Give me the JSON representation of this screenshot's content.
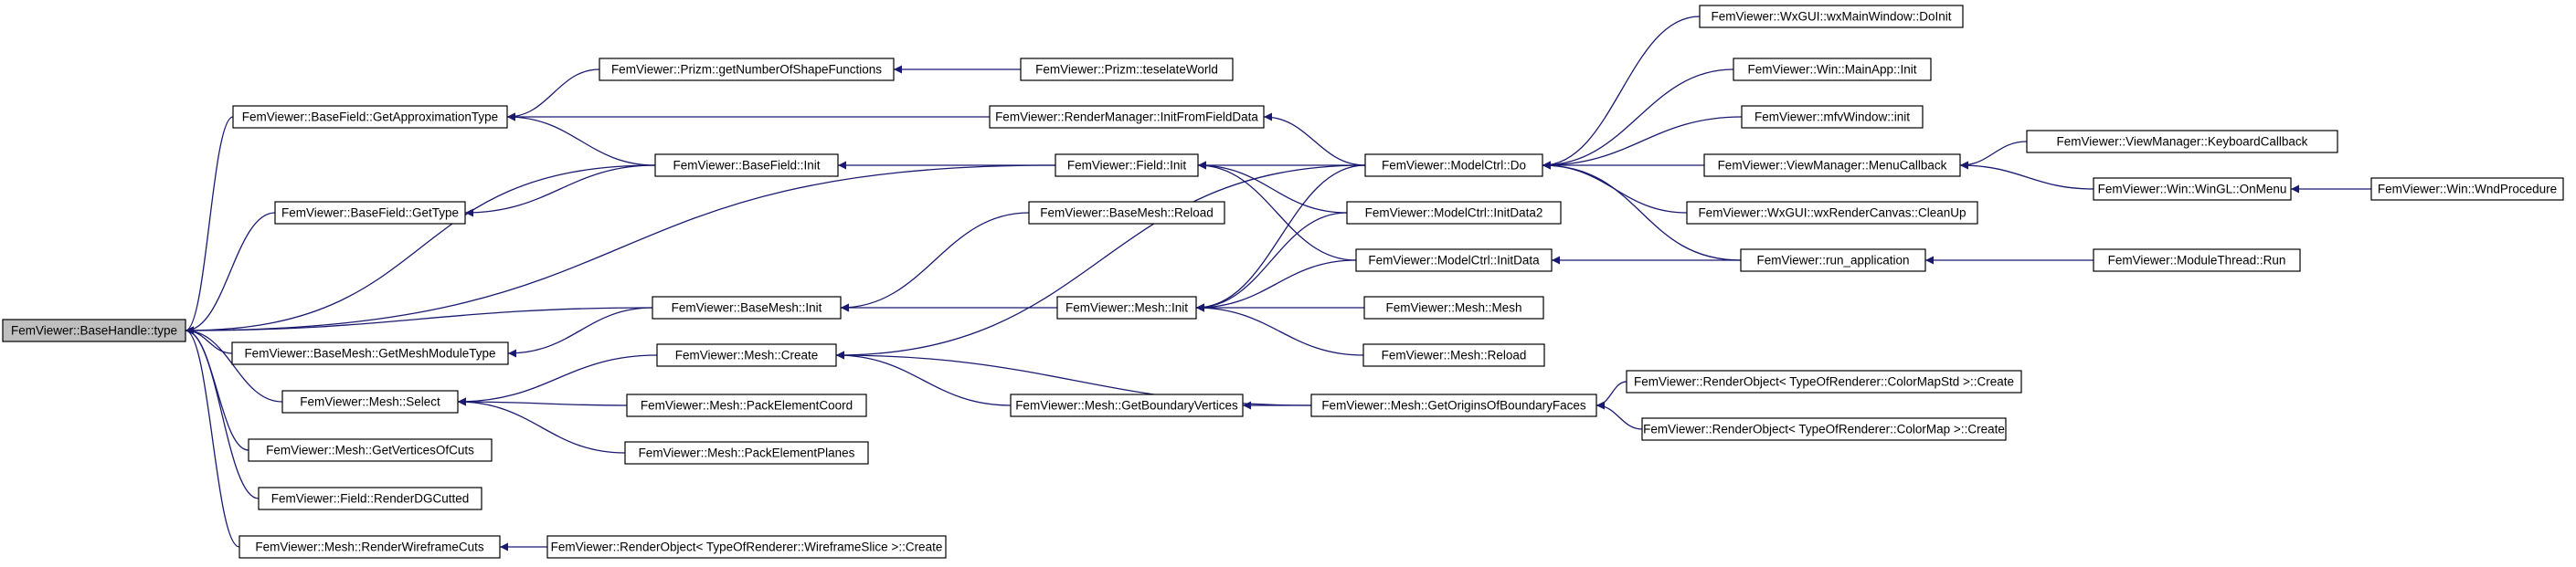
{
  "diagram": {
    "type": "call-graph",
    "colors": {
      "edge": "#191970",
      "node_border": "#000000",
      "node_fill": "#ffffff",
      "root_fill": "#bfbfbf"
    },
    "nodes": [
      {
        "id": "basehandle_type",
        "label": "FemViewer::BaseHandle::type",
        "root": true
      },
      {
        "id": "basefield_getapprox",
        "label": "FemViewer::BaseField::GetApproximationType"
      },
      {
        "id": "basefield_gettype",
        "label": "FemViewer::BaseField::GetType"
      },
      {
        "id": "basemesh_getmeshmoduletype",
        "label": "FemViewer::BaseMesh::GetMeshModuleType"
      },
      {
        "id": "mesh_select",
        "label": "FemViewer::Mesh::Select"
      },
      {
        "id": "mesh_getverticesofcuts",
        "label": "FemViewer::Mesh::GetVerticesOfCuts"
      },
      {
        "id": "field_renderdgcutted",
        "label": "FemViewer::Field::RenderDGCutted"
      },
      {
        "id": "mesh_renderwireframecuts",
        "label": "FemViewer::Mesh::RenderWireframeCuts"
      },
      {
        "id": "prizm_getnumber",
        "label": "FemViewer::Prizm::getNumberOfShapeFunctions"
      },
      {
        "id": "basefield_init",
        "label": "FemViewer::BaseField::Init"
      },
      {
        "id": "basemesh_init",
        "label": "FemViewer::BaseMesh::Init"
      },
      {
        "id": "mesh_create",
        "label": "FemViewer::Mesh::Create"
      },
      {
        "id": "mesh_packelementcoord",
        "label": "FemViewer::Mesh::PackElementCoord"
      },
      {
        "id": "mesh_packelementplanes",
        "label": "FemViewer::Mesh::PackElementPlanes"
      },
      {
        "id": "renderobject_wireframeslice_create",
        "label": "FemViewer::RenderObject< TypeOfRenderer::WireframeSlice >::Create"
      },
      {
        "id": "prizm_teselateworld",
        "label": "FemViewer::Prizm::teselateWorld"
      },
      {
        "id": "rendermanager_initfromfielddata",
        "label": "FemViewer::RenderManager::InitFromFieldData"
      },
      {
        "id": "field_init",
        "label": "FemViewer::Field::Init"
      },
      {
        "id": "basemesh_reload",
        "label": "FemViewer::BaseMesh::Reload"
      },
      {
        "id": "mesh_init",
        "label": "FemViewer::Mesh::Init"
      },
      {
        "id": "mesh_getboundaryvertices",
        "label": "FemViewer::Mesh::GetBoundaryVertices"
      },
      {
        "id": "modelctrl_do",
        "label": "FemViewer::ModelCtrl::Do"
      },
      {
        "id": "modelctrl_initdata2",
        "label": "FemViewer::ModelCtrl::InitData2"
      },
      {
        "id": "modelctrl_initdata",
        "label": "FemViewer::ModelCtrl::InitData"
      },
      {
        "id": "mesh_mesh",
        "label": "FemViewer::Mesh::Mesh"
      },
      {
        "id": "mesh_reload",
        "label": "FemViewer::Mesh::Reload"
      },
      {
        "id": "mesh_getoriginsofboundaryfaces",
        "label": "FemViewer::Mesh::GetOriginsOfBoundaryFaces"
      },
      {
        "id": "wxgui_wxmainwindow_doinit",
        "label": "FemViewer::WxGUI::wxMainWindow::DoInit"
      },
      {
        "id": "win_mainapp_init",
        "label": "FemViewer::Win::MainApp::Init"
      },
      {
        "id": "mfvwindow_init",
        "label": "FemViewer::mfvWindow::init"
      },
      {
        "id": "viewmanager_menucallback",
        "label": "FemViewer::ViewManager::MenuCallback"
      },
      {
        "id": "wxgui_wxrendercanvas_cleanup",
        "label": "FemViewer::WxGUI::wxRenderCanvas::CleanUp"
      },
      {
        "id": "run_application",
        "label": "FemViewer::run_application"
      },
      {
        "id": "renderobject_colormapstd_create",
        "label": "FemViewer::RenderObject< TypeOfRenderer::ColorMapStd >::Create"
      },
      {
        "id": "renderobject_colormap_create",
        "label": "FemViewer::RenderObject< TypeOfRenderer::ColorMap >::Create"
      },
      {
        "id": "viewmanager_keyboardcallback",
        "label": "FemViewer::ViewManager::KeyboardCallback"
      },
      {
        "id": "win_wingl_onmenu",
        "label": "FemViewer::Win::WinGL::OnMenu"
      },
      {
        "id": "modulethread_run",
        "label": "FemViewer::ModuleThread::Run"
      },
      {
        "id": "win_wndprocedure",
        "label": "FemViewer::Win::WndProcedure"
      }
    ],
    "edges": [
      {
        "from": "basefield_getapprox",
        "to": "basehandle_type"
      },
      {
        "from": "basefield_init",
        "to": "basehandle_type"
      },
      {
        "from": "basefield_gettype",
        "to": "basehandle_type"
      },
      {
        "from": "field_init",
        "to": "basehandle_type"
      },
      {
        "from": "basemesh_init",
        "to": "basehandle_type"
      },
      {
        "from": "basemesh_getmeshmoduletype",
        "to": "basehandle_type"
      },
      {
        "from": "mesh_select",
        "to": "basehandle_type"
      },
      {
        "from": "mesh_getverticesofcuts",
        "to": "basehandle_type"
      },
      {
        "from": "field_renderdgcutted",
        "to": "basehandle_type"
      },
      {
        "from": "mesh_renderwireframecuts",
        "to": "basehandle_type"
      },
      {
        "from": "prizm_getnumber",
        "to": "basefield_getapprox"
      },
      {
        "from": "rendermanager_initfromfielddata",
        "to": "basefield_getapprox"
      },
      {
        "from": "basefield_init",
        "to": "basefield_getapprox"
      },
      {
        "from": "basefield_init",
        "to": "basefield_gettype"
      },
      {
        "from": "basemesh_init",
        "to": "basemesh_getmeshmoduletype"
      },
      {
        "from": "mesh_create",
        "to": "mesh_select"
      },
      {
        "from": "mesh_packelementcoord",
        "to": "mesh_select"
      },
      {
        "from": "mesh_packelementplanes",
        "to": "mesh_select"
      },
      {
        "from": "renderobject_wireframeslice_create",
        "to": "mesh_renderwireframecuts"
      },
      {
        "from": "prizm_teselateworld",
        "to": "prizm_getnumber"
      },
      {
        "from": "modelctrl_do",
        "to": "rendermanager_initfromfielddata"
      },
      {
        "from": "field_init",
        "to": "basefield_init"
      },
      {
        "from": "basemesh_reload",
        "to": "basemesh_init"
      },
      {
        "from": "mesh_init",
        "to": "basemesh_init"
      },
      {
        "from": "modelctrl_do",
        "to": "mesh_create"
      },
      {
        "from": "mesh_getoriginsofboundaryfaces",
        "to": "mesh_create"
      },
      {
        "from": "mesh_getboundaryvertices",
        "to": "mesh_create"
      },
      {
        "from": "modelctrl_do",
        "to": "field_init"
      },
      {
        "from": "modelctrl_initdata2",
        "to": "field_init"
      },
      {
        "from": "modelctrl_initdata",
        "to": "field_init"
      },
      {
        "from": "modelctrl_do",
        "to": "mesh_init"
      },
      {
        "from": "modelctrl_initdata2",
        "to": "mesh_init"
      },
      {
        "from": "modelctrl_initdata",
        "to": "mesh_init"
      },
      {
        "from": "mesh_mesh",
        "to": "mesh_init"
      },
      {
        "from": "mesh_reload",
        "to": "mesh_init"
      },
      {
        "from": "mesh_getoriginsofboundaryfaces",
        "to": "mesh_getboundaryvertices"
      },
      {
        "from": "wxgui_wxmainwindow_doinit",
        "to": "modelctrl_do"
      },
      {
        "from": "win_mainapp_init",
        "to": "modelctrl_do"
      },
      {
        "from": "mfvwindow_init",
        "to": "modelctrl_do"
      },
      {
        "from": "viewmanager_menucallback",
        "to": "modelctrl_do"
      },
      {
        "from": "wxgui_wxrendercanvas_cleanup",
        "to": "modelctrl_do"
      },
      {
        "from": "run_application",
        "to": "modelctrl_do"
      },
      {
        "from": "run_application",
        "to": "modelctrl_initdata"
      },
      {
        "from": "renderobject_colormapstd_create",
        "to": "mesh_getoriginsofboundaryfaces"
      },
      {
        "from": "renderobject_colormap_create",
        "to": "mesh_getoriginsofboundaryfaces"
      },
      {
        "from": "viewmanager_keyboardcallback",
        "to": "viewmanager_menucallback"
      },
      {
        "from": "win_wingl_onmenu",
        "to": "viewmanager_menucallback"
      },
      {
        "from": "modulethread_run",
        "to": "run_application"
      },
      {
        "from": "win_wndprocedure",
        "to": "win_wingl_onmenu"
      }
    ]
  }
}
